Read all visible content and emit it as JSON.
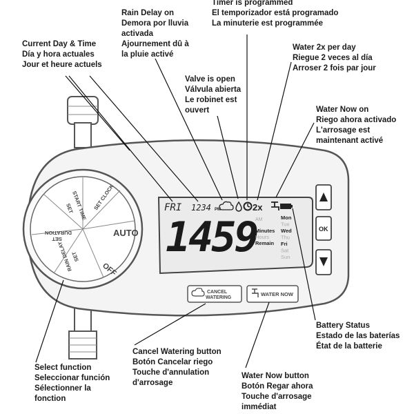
{
  "labels": {
    "timer": [
      "Timer is programmed",
      "El temporizador está programado",
      "La minuterie est programmée"
    ],
    "rain_delay": [
      "Rain Delay on",
      "Demora por lluvia",
      "activada",
      "Ajournement dû à",
      "la pluie activé"
    ],
    "current_day": [
      "Current Day & Time",
      "Día y hora actuales",
      "Jour et heure actuels"
    ],
    "water2x": [
      "Water 2x per day",
      "Riegue 2 veces al día",
      "Arroser 2 fois par jour"
    ],
    "valve": [
      "Valve is open",
      "Válvula abierta",
      "Le robinet est",
      "ouvert"
    ],
    "water_now_on": [
      "Water Now on",
      "Riego ahora activado",
      "L'arrosage est",
      "maintenant activé"
    ],
    "battery": [
      "Battery Status",
      "Estado de las baterías",
      "État de la batterie"
    ],
    "cancel_btn": [
      "Cancel Watering button",
      "Botón Cancelar riego",
      "Touche d'annulation",
      "d'arrosage"
    ],
    "select_fn": [
      "Select function",
      "Seleccionar función",
      "Sélectionner la",
      "fonction"
    ],
    "water_now_btn": [
      "Water Now button",
      "Botón Regar ahora",
      "Touche d'arrosage",
      "immédiat"
    ]
  },
  "device": {
    "lcd_day": "FRI",
    "lcd_time": "1234",
    "lcd_pm": "PM",
    "big_digits": "1459",
    "lcd_2x": "2x",
    "lcd_minutes": "Minutes",
    "lcd_remain": "Remain",
    "lcd_am": "AM",
    "lcd_hours": "Hours",
    "days": [
      "Mon",
      "Tue",
      "Wed",
      "Thu",
      "Fri",
      "Sat",
      "Sun"
    ],
    "ok_label": "OK",
    "cancel_label_1": "CANCEL",
    "cancel_label_2": "WATERING",
    "waternow_label": "WATER NOW",
    "dial_auto": "AUTO",
    "dial_off": "OFF",
    "dial_set_clock": "SET CLOCK",
    "dial_start_time_1": "SET",
    "dial_start_time_2": "START TIME",
    "dial_duration_1": "SET",
    "dial_duration_2": "DURATION",
    "dial_rain_delay_1": "SET",
    "dial_rain_delay_2": "RAIN DELAY"
  }
}
